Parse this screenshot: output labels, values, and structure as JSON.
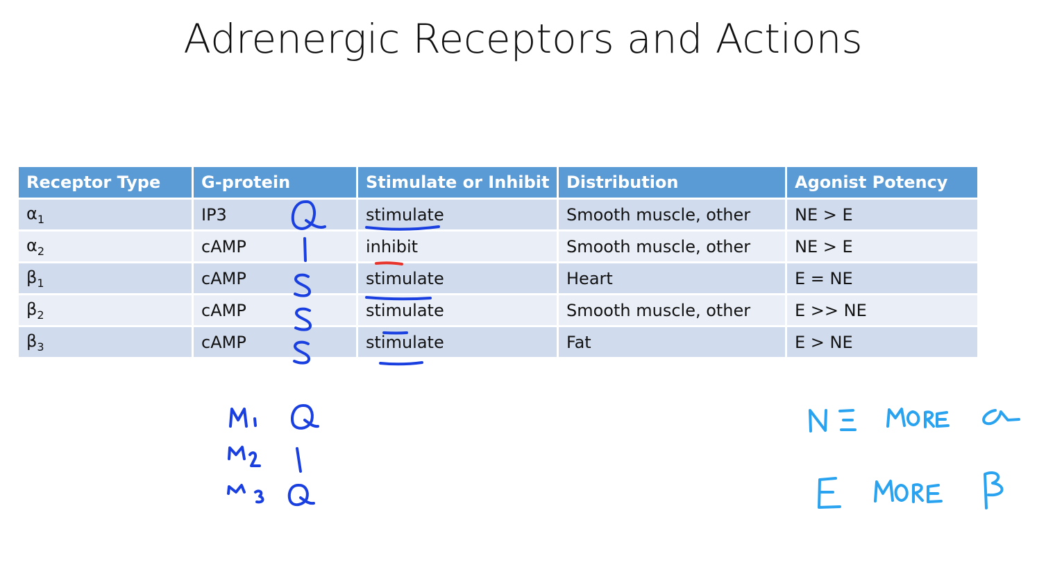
{
  "title": "Adrenergic Receptors and Actions",
  "table": {
    "headers": [
      "Receptor Type",
      "G-protein",
      "Stimulate or Inhibit",
      "Distribution",
      "Agonist Potency"
    ],
    "rows": [
      {
        "symbol": "α",
        "sub": "1",
        "gprotein": "IP3",
        "action": "stimulate",
        "distribution": "Smooth muscle, other",
        "potency": "NE > E"
      },
      {
        "symbol": "α",
        "sub": "2",
        "gprotein": "cAMP",
        "action": "inhibit",
        "distribution": "Smooth muscle, other",
        "potency": "NE > E"
      },
      {
        "symbol": "β",
        "sub": "1",
        "gprotein": "cAMP",
        "action": "stimulate",
        "distribution": "Heart",
        "potency": "E = NE"
      },
      {
        "symbol": "β",
        "sub": "2",
        "gprotein": "cAMP",
        "action": "stimulate",
        "distribution": "Smooth muscle, other",
        "potency": "E >> NE"
      },
      {
        "symbol": "β",
        "sub": "3",
        "gprotein": "cAMP",
        "action": "stimulate",
        "distribution": "Fat",
        "potency": "E > NE"
      }
    ]
  },
  "handwriting": {
    "gprotein_marks": [
      "Q",
      "I",
      "S",
      "S",
      "S"
    ],
    "muscarinic": [
      {
        "receptor": "M1",
        "mark": "Q"
      },
      {
        "receptor": "M2",
        "mark": "I"
      },
      {
        "receptor": "M3",
        "mark": "Q"
      }
    ],
    "notes": [
      "NE MORE α",
      "E MORE β"
    ],
    "colors": {
      "marks": "#1a3fe0",
      "notes": "#29a3ef",
      "emphasis": "#e8332a"
    }
  }
}
